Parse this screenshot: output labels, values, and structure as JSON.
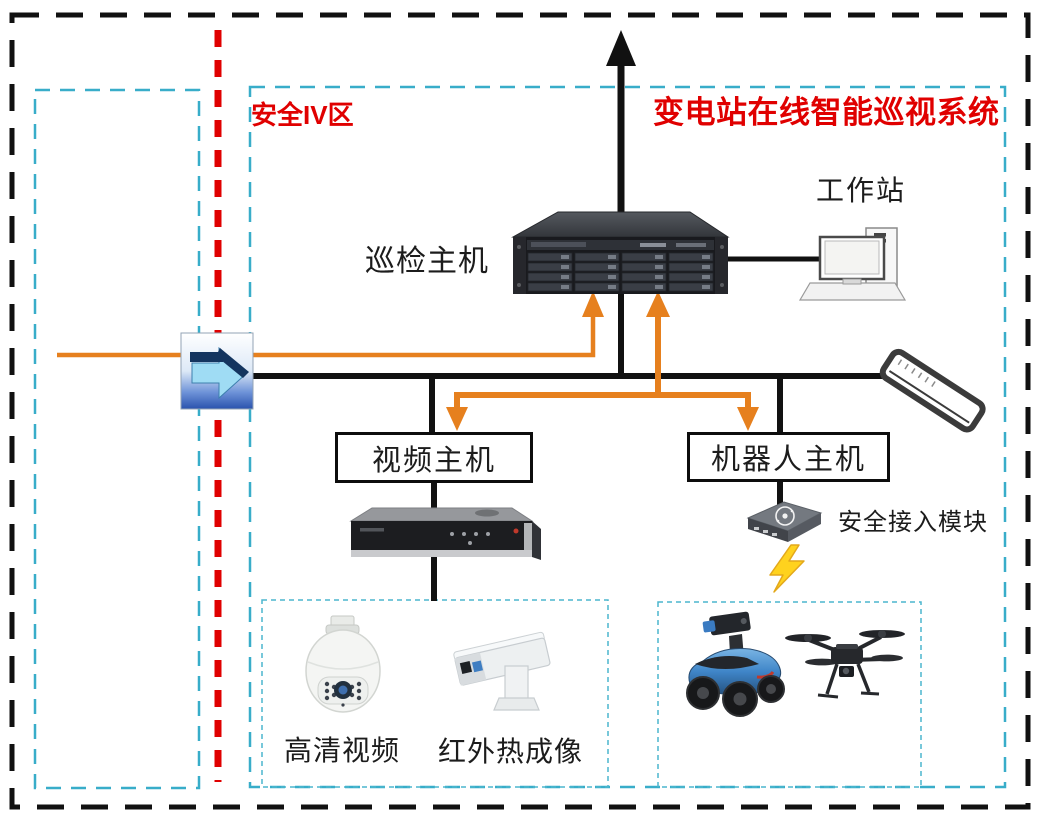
{
  "diagram": {
    "title": "变电站在线智能巡视系统",
    "zone_label": "安全IV区",
    "nodes": {
      "inspection_host": "巡检主机",
      "workstation": "工作站",
      "video_host": "视频主机",
      "robot_host": "机器人主机",
      "security_access_module": "安全接入模块",
      "hd_video_camera": "高清视频",
      "thermal_camera": "红外热成像"
    },
    "icons": [
      "inspection-host-server-icon",
      "workstation-icon",
      "network-switch-icon",
      "firewall-gateway-arrow-icon",
      "nvr-icon",
      "security-access-module-icon",
      "lightning-wireless-icon",
      "dome-camera-icon",
      "thermal-camera-icon",
      "inspection-robot-icon",
      "drone-icon",
      "uplink-arrow-icon"
    ],
    "colors": {
      "heading_red": "#e00000",
      "security_boundary_red": "#e00000",
      "zone_border_cyan": "#38adc9",
      "flow_orange": "#e6801e",
      "line_black": "#111111",
      "lightning_yellow": "#ffd21e",
      "box_border": "#0d0d0d"
    }
  }
}
